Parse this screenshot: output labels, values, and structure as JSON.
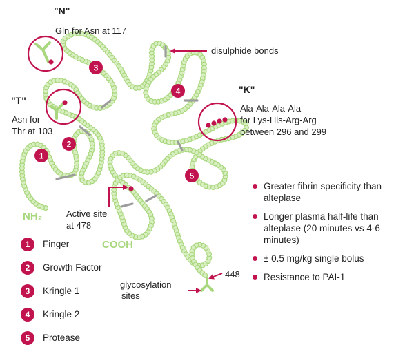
{
  "annotations": {
    "n_label": "\"N\"",
    "n_text": "Gln for Asn at 117",
    "t_label": "\"T\"",
    "t_text_1": "Asn for",
    "t_text_2": "Thr at 103",
    "k_label": "\"K\"",
    "k_text_1": "Ala-Ala-Ala-Ala",
    "k_text_2": "for Lys-His-Arg-Arg",
    "k_text_3": "between 296 and 299",
    "disulphide": "disulphide bonds",
    "active_site_1": "Active site",
    "active_site_2": "at 478",
    "glycosylation_1": "glycosylation",
    "glycosylation_2": "sites",
    "residue_448": "448",
    "nh2": "NH₂",
    "cooh": "COOH"
  },
  "domain_badges": [
    "1",
    "2",
    "3",
    "4",
    "5"
  ],
  "legend": [
    {
      "num": "1",
      "label": "Finger"
    },
    {
      "num": "2",
      "label": "Growth Factor"
    },
    {
      "num": "3",
      "label": "Kringle 1"
    },
    {
      "num": "4",
      "label": "Kringle 2"
    },
    {
      "num": "5",
      "label": "Protease"
    }
  ],
  "bullets": [
    "Greater fibrin specificity than alteplase",
    "Longer plasma half-life than alteplase (20 minutes vs 4-6 minutes)",
    "± 0.5 mg/kg single bolus",
    "Resistance to PAI-1"
  ],
  "colors": {
    "chain_fill": "#d9efc1",
    "chain_stroke": "#a8d77d",
    "accent": "#c1144f",
    "bond": "#999999"
  }
}
